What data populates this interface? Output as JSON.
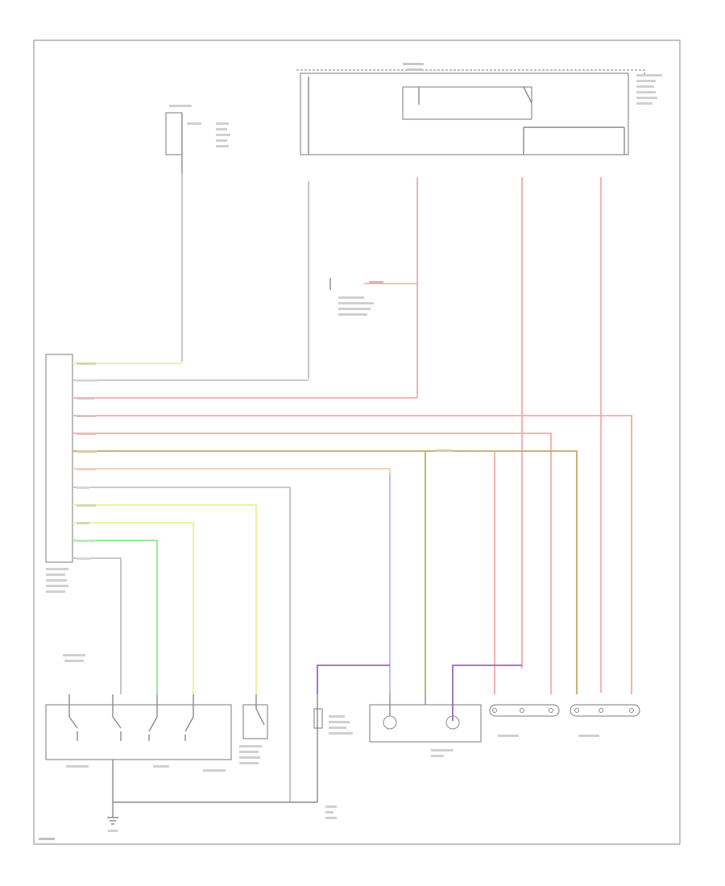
{
  "diagram": {
    "colors": {
      "red": "#f4a9a9",
      "yellow": "#f0ec9a",
      "green": "#8ee88e",
      "blue": "#b6b6ee",
      "olive": "#c2a86a",
      "violet": "#9a6ab8",
      "peach": "#f4cfa9",
      "gray": "#b8b8b8"
    },
    "control_module_pins": [
      {
        "id": "yel-wht",
        "color": "yellow"
      },
      {
        "id": "wht-grn",
        "color": "gray"
      },
      {
        "id": "red-blk",
        "color": "red"
      },
      {
        "id": "red-wht",
        "color": "red"
      },
      {
        "id": "red-grn",
        "color": "red"
      },
      {
        "id": "yel-red",
        "color": "olive"
      },
      {
        "id": "blu-red",
        "color": "peach"
      },
      {
        "id": "blk",
        "color": "gray"
      },
      {
        "id": "yel-grn",
        "color": "yellow"
      },
      {
        "id": "yel",
        "color": "yellow"
      },
      {
        "id": "lt-grn",
        "color": "green"
      },
      {
        "id": "gry",
        "color": "gray"
      }
    ],
    "icons": [
      "switch-icon",
      "lamp-icon",
      "ground-icon",
      "connector-icon"
    ]
  }
}
